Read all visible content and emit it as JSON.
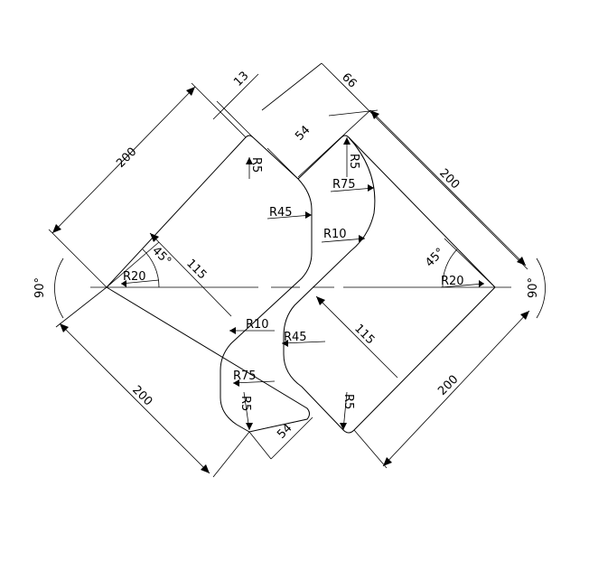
{
  "labels": {
    "d200_top_left": "200",
    "d200_bottom_left": "200",
    "d200_top_right": "200",
    "d200_bottom_right": "200",
    "d13": "13",
    "d66": "66",
    "d54_top": "54",
    "d54_bottom": "54",
    "d115_left": "115",
    "d115_right": "115",
    "a90_left": "90°",
    "a90_right": "90°",
    "a45_left": "45°",
    "a45_right": "45°",
    "r20_left": "R20",
    "r20_right": "R20",
    "r45_left": "R45",
    "r45_right": "R45",
    "r10_top": "R10",
    "r10_bottom": "R10",
    "r75_top": "R75",
    "r75_bottom": "R75",
    "r5_top_left": "R5",
    "r5_top_right": "R5",
    "r5_bottom_left": "R5",
    "r5_bottom_right": "R5"
  }
}
